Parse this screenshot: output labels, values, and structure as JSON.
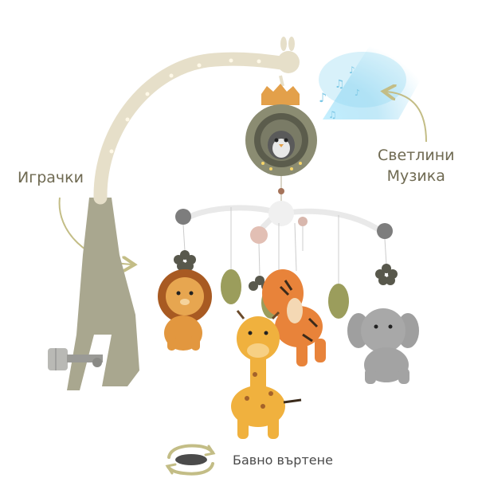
{
  "labels": {
    "toys": "Играчки",
    "lights": "Светлини",
    "music": "Музика",
    "rotation": "Бавно въртене"
  },
  "icons": {
    "rotation": "rotate-arrows-icon",
    "music": "music-notes-icon"
  },
  "colors": {
    "label_text": "#6f6a52",
    "arm": "#e6dfc9",
    "mount": "#a9a78f",
    "speaker": "#8b8c72",
    "crown": "#e3a04a",
    "projector_light": "#8fd6f2"
  }
}
